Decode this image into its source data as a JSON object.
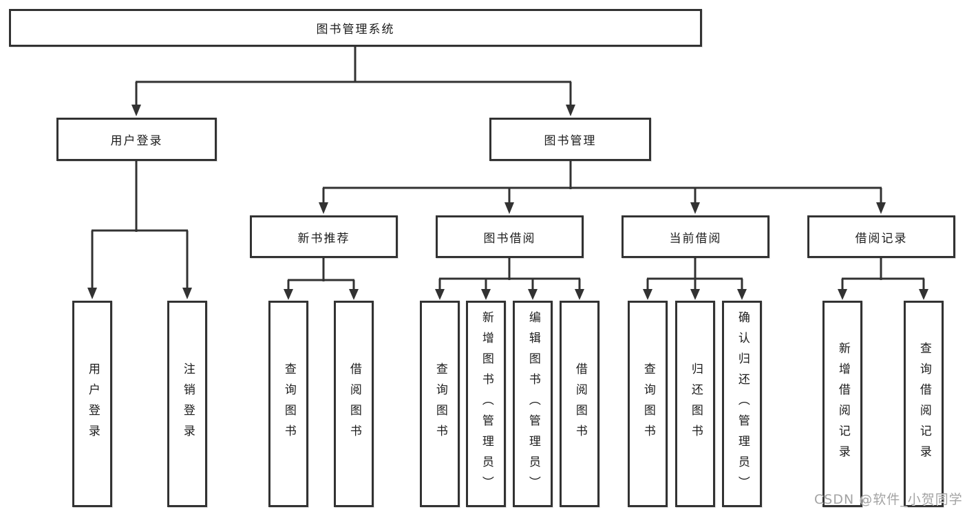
{
  "colors": {
    "line": "#323232",
    "box_fill": "#ffffff",
    "text": "#1c1c1c",
    "watermark": "#a3a3a3"
  },
  "diagram": {
    "root": "图书管理系统",
    "level2": {
      "user_login": "用户登录",
      "book_management": "图书管理"
    },
    "level3": {
      "new_book_recommend": "新书推荐",
      "book_borrowing": "图书借阅",
      "current_borrowing": "当前借阅",
      "borrowing_records": "借阅记录"
    },
    "leaves": {
      "user_login": "用户登录",
      "logout_login": "注销登录",
      "recommend_query_books": "查询图书",
      "recommend_borrow_books": "借阅图书",
      "borrowing_query_books": "查询图书",
      "borrowing_add_books_admin": "新增图书（管理员）",
      "borrowing_edit_books_admin": "编辑图书（管理员）",
      "borrowing_borrow_books": "借阅图书",
      "current_query_books": "查询图书",
      "current_return_books": "归还图书",
      "current_confirm_return_admin": "确认归还（管理员）",
      "records_add_borrow_record": "新增借阅记录",
      "records_query_borrow_record": "查询借阅记录"
    }
  },
  "watermark": "CSDN @软件_小贺同学"
}
